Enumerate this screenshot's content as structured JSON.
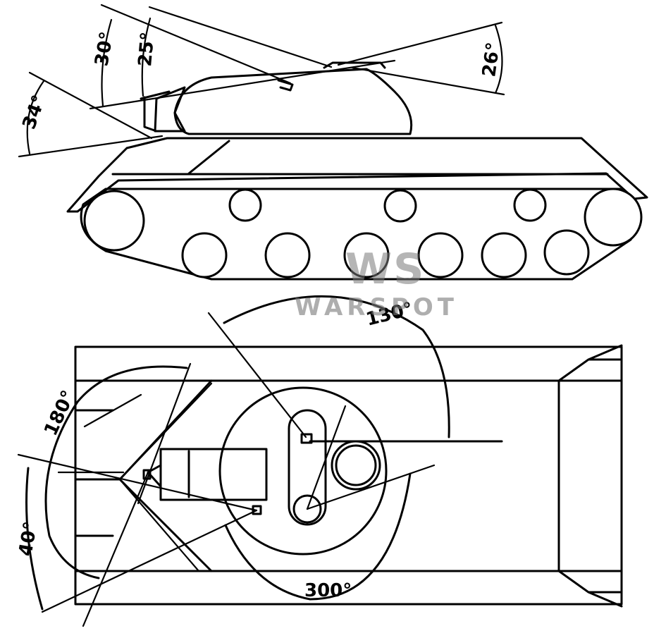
{
  "side_view": {
    "angles": {
      "a34": "34°",
      "a30": "30°",
      "a25": "25°",
      "a26": "26°"
    }
  },
  "top_view": {
    "angles": {
      "a130": "130°",
      "a180": "180°",
      "a40": "40°",
      "a300": "300°"
    }
  },
  "watermark": {
    "logo": "WS",
    "brand": "WARSPOT"
  }
}
